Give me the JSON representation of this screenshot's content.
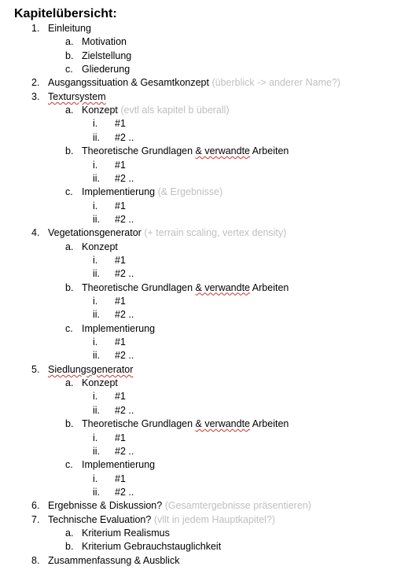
{
  "title": "Kapitelübersicht:",
  "rows": [
    {
      "level": 1,
      "num": "1.",
      "segs": [
        {
          "t": "Einleitung"
        }
      ]
    },
    {
      "level": 2,
      "num": "a.",
      "segs": [
        {
          "t": "Motivation"
        }
      ]
    },
    {
      "level": 2,
      "num": "b.",
      "segs": [
        {
          "t": "Zielstellung"
        }
      ]
    },
    {
      "level": 2,
      "num": "c.",
      "segs": [
        {
          "t": "Gliederung"
        }
      ]
    },
    {
      "level": 1,
      "num": "2.",
      "segs": [
        {
          "t": "Ausgangssituation & Gesamtkonzept "
        },
        {
          "t": "(überblick -> anderer Name?)",
          "note": true
        }
      ]
    },
    {
      "level": 1,
      "num": "3.",
      "segs": [
        {
          "t": "Textursystem",
          "wavy": true
        }
      ]
    },
    {
      "level": 2,
      "num": "a.",
      "segs": [
        {
          "t": "Konzept "
        },
        {
          "t": "(evtl als kapitel b überall)",
          "note": true
        }
      ]
    },
    {
      "level": 3,
      "num": "i.",
      "segs": [
        {
          "t": "#1"
        }
      ]
    },
    {
      "level": 3,
      "num": "ii.",
      "segs": [
        {
          "t": "#2 .."
        }
      ]
    },
    {
      "level": 2,
      "num": "b.",
      "segs": [
        {
          "t": "Theoretische Grundlagen "
        },
        {
          "t": "& verwandte",
          "wavy": true
        },
        {
          "t": " Arbeiten"
        }
      ]
    },
    {
      "level": 3,
      "num": "i.",
      "segs": [
        {
          "t": "#1"
        }
      ]
    },
    {
      "level": 3,
      "num": "ii.",
      "segs": [
        {
          "t": "#2 .."
        }
      ]
    },
    {
      "level": 2,
      "num": "c.",
      "segs": [
        {
          "t": "Implementierung "
        },
        {
          "t": "(& Ergebnisse)",
          "note": true
        }
      ]
    },
    {
      "level": 3,
      "num": "i.",
      "segs": [
        {
          "t": "#1"
        }
      ]
    },
    {
      "level": 3,
      "num": "ii.",
      "segs": [
        {
          "t": "#2 .."
        }
      ]
    },
    {
      "level": 1,
      "num": "4.",
      "segs": [
        {
          "t": "Vegetationsgenerator "
        },
        {
          "t": "(+ terrain scaling, vertex density)",
          "note": true
        }
      ]
    },
    {
      "level": 2,
      "num": "a.",
      "segs": [
        {
          "t": "Konzept"
        }
      ]
    },
    {
      "level": 3,
      "num": "i.",
      "segs": [
        {
          "t": "#1"
        }
      ]
    },
    {
      "level": 3,
      "num": "ii.",
      "segs": [
        {
          "t": "#2 .."
        }
      ]
    },
    {
      "level": 2,
      "num": "b.",
      "segs": [
        {
          "t": "Theoretische Grundlagen "
        },
        {
          "t": "& verwandte",
          "wavy": true
        },
        {
          "t": " Arbeiten"
        }
      ]
    },
    {
      "level": 3,
      "num": "i.",
      "segs": [
        {
          "t": "#1"
        }
      ]
    },
    {
      "level": 3,
      "num": "ii.",
      "segs": [
        {
          "t": "#2 .."
        }
      ]
    },
    {
      "level": 2,
      "num": "c.",
      "segs": [
        {
          "t": "Implementierung"
        }
      ]
    },
    {
      "level": 3,
      "num": "i.",
      "segs": [
        {
          "t": "#1"
        }
      ]
    },
    {
      "level": 3,
      "num": "ii.",
      "segs": [
        {
          "t": "#2 .."
        }
      ]
    },
    {
      "level": 1,
      "num": "5.",
      "segs": [
        {
          "t": "Siedlungsgenerator",
          "wavy": true
        }
      ]
    },
    {
      "level": 2,
      "num": "a.",
      "segs": [
        {
          "t": "Konzept"
        }
      ]
    },
    {
      "level": 3,
      "num": "i.",
      "segs": [
        {
          "t": "#1"
        }
      ]
    },
    {
      "level": 3,
      "num": "ii.",
      "segs": [
        {
          "t": "#2 .."
        }
      ]
    },
    {
      "level": 2,
      "num": "b.",
      "segs": [
        {
          "t": "Theoretische Grundlagen "
        },
        {
          "t": "& verwandte",
          "wavy": true
        },
        {
          "t": " Arbeiten"
        }
      ]
    },
    {
      "level": 3,
      "num": "i.",
      "segs": [
        {
          "t": "#1"
        }
      ]
    },
    {
      "level": 3,
      "num": "ii.",
      "segs": [
        {
          "t": "#2 .."
        }
      ]
    },
    {
      "level": 2,
      "num": "c.",
      "segs": [
        {
          "t": "Implementierung"
        }
      ]
    },
    {
      "level": 3,
      "num": "i.",
      "segs": [
        {
          "t": "#1"
        }
      ]
    },
    {
      "level": 3,
      "num": "ii.",
      "segs": [
        {
          "t": "#2 .."
        }
      ]
    },
    {
      "level": 1,
      "num": "6.",
      "segs": [
        {
          "t": "Ergebnisse & Diskussion? "
        },
        {
          "t": "(Gesamtergebnisse präsentieren)",
          "note": true
        }
      ]
    },
    {
      "level": 1,
      "num": "7.",
      "segs": [
        {
          "t": "Technische Evaluation? "
        },
        {
          "t": "(vllt in jedem Hauptkapitel?)",
          "note": true
        }
      ]
    },
    {
      "level": 2,
      "num": "a.",
      "segs": [
        {
          "t": "Kriterium Realismus"
        }
      ]
    },
    {
      "level": 2,
      "num": "b.",
      "segs": [
        {
          "t": "Kriterium Gebrauchstauglichkeit"
        }
      ]
    },
    {
      "level": 1,
      "num": "8.",
      "segs": [
        {
          "t": "Zusammenfassung & Ausblick"
        }
      ]
    }
  ]
}
